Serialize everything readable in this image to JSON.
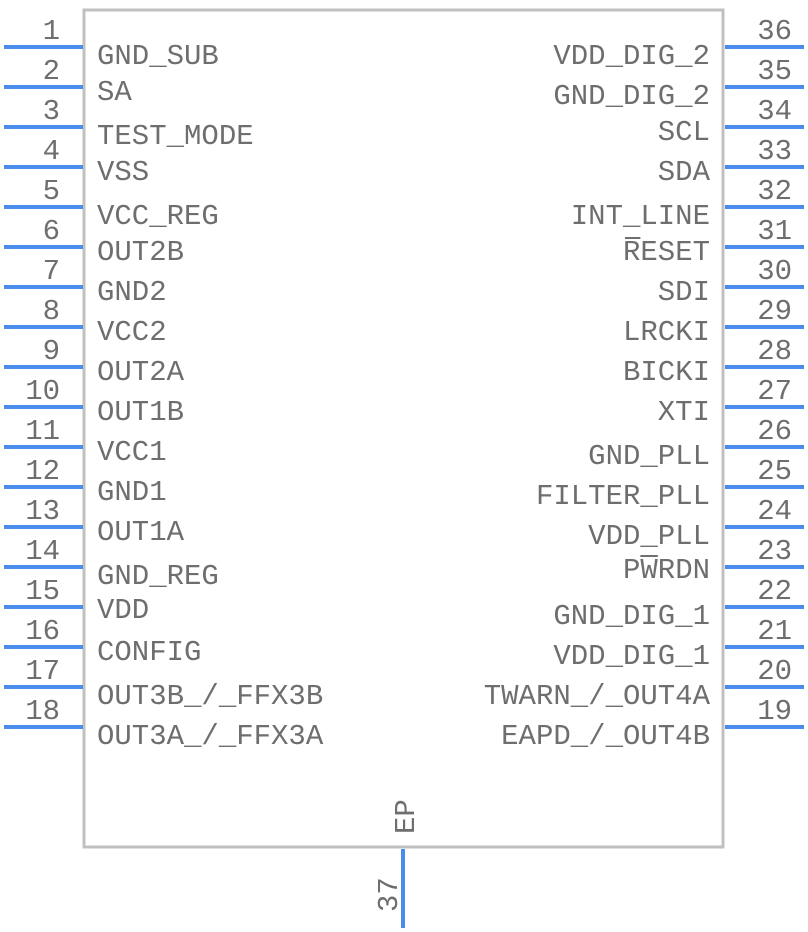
{
  "component": {
    "body_color": "#c0c0c0",
    "pin_color": "#4a8cec",
    "text_color": "#6e6e6e",
    "left_pins": [
      {
        "number": "1",
        "name": "GND_SUB"
      },
      {
        "number": "2",
        "name": "SA"
      },
      {
        "number": "3",
        "name": "TEST_MODE"
      },
      {
        "number": "4",
        "name": "VSS"
      },
      {
        "number": "5",
        "name": "VCC_REG"
      },
      {
        "number": "6",
        "name": "OUT2B"
      },
      {
        "number": "7",
        "name": "GND2"
      },
      {
        "number": "8",
        "name": "VCC2"
      },
      {
        "number": "9",
        "name": "OUT2A"
      },
      {
        "number": "10",
        "name": "OUT1B"
      },
      {
        "number": "11",
        "name": "VCC1"
      },
      {
        "number": "12",
        "name": "GND1"
      },
      {
        "number": "13",
        "name": "OUT1A"
      },
      {
        "number": "14",
        "name": "GND_REG"
      },
      {
        "number": "15",
        "name": "VDD"
      },
      {
        "number": "16",
        "name": "CONFIG"
      },
      {
        "number": "17",
        "name": "OUT3B_/_FFX3B"
      },
      {
        "number": "18",
        "name": "OUT3A_/_FFX3A"
      }
    ],
    "right_pins": [
      {
        "number": "36",
        "name": "VDD_DIG_2"
      },
      {
        "number": "35",
        "name": "GND_DIG_2"
      },
      {
        "number": "34",
        "name": "SCL"
      },
      {
        "number": "33",
        "name": "SDA"
      },
      {
        "number": "32",
        "name": "INT_LINE"
      },
      {
        "number": "31",
        "name": "RESET"
      },
      {
        "number": "30",
        "name": "SDI"
      },
      {
        "number": "29",
        "name": "LRCKI"
      },
      {
        "number": "28",
        "name": "BICKI"
      },
      {
        "number": "27",
        "name": "XTI"
      },
      {
        "number": "26",
        "name": "GND_PLL"
      },
      {
        "number": "25",
        "name": "FILTER_PLL"
      },
      {
        "number": "24",
        "name": "VDD_PLL"
      },
      {
        "number": "23",
        "name": "PWRDN"
      },
      {
        "number": "22",
        "name": "GND_DIG_1"
      },
      {
        "number": "21",
        "name": "VDD_DIG_1"
      },
      {
        "number": "20",
        "name": "TWARN_/_OUT4A"
      },
      {
        "number": "19",
        "name": "EAPD_/_OUT4B"
      }
    ],
    "bottom_pin": {
      "number": "37",
      "name": "EP"
    }
  }
}
